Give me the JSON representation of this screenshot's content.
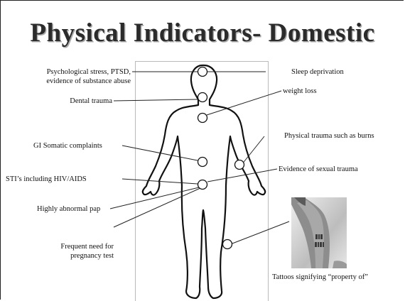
{
  "slide": {
    "title": "Physical Indicators- Domestic"
  },
  "labels": {
    "psych_line1": "Psychological stress, PTSD,",
    "psych_line2": "evidence of substance abuse",
    "dental": "Dental trauma",
    "gi": "GI Somatic complaints",
    "sti": "STI’s including HIV/AIDS",
    "pap": "Highly abnormal pap",
    "preg_line1": "Frequent need for",
    "preg_line2": "pregnancy test",
    "sleep": "Sleep deprivation",
    "weight": "weight loss",
    "burns": "Physical trauma such as burns",
    "sexual": "Evidence of sexual trauma",
    "tattoo": "Tattoos signifying “property of”"
  },
  "colors": {
    "title_shadow": "#aaaaaa",
    "line": "#222222",
    "panel_border": "#b9b9b9"
  },
  "icons": {
    "body_outline": "human-body-outline",
    "marker": "circle-marker",
    "photo": "tattoo-photo"
  }
}
